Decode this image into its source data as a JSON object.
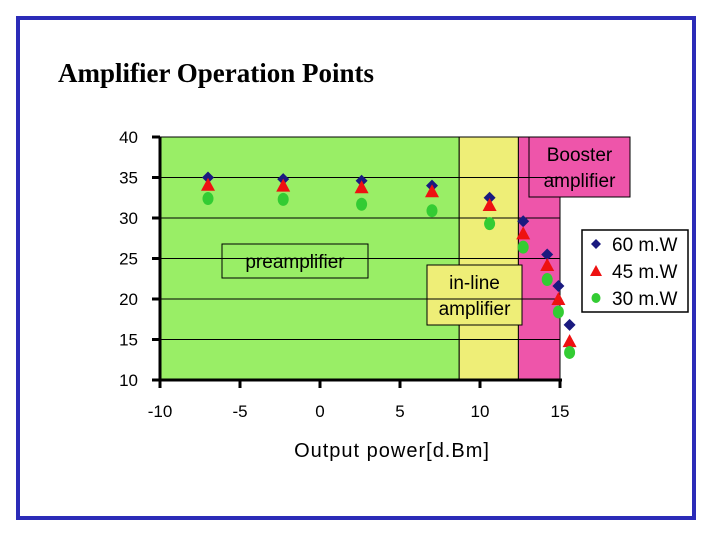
{
  "title": "Amplifier Operation Points",
  "chart_data": {
    "type": "scatter",
    "xlabel": "Output power[d.Bm]",
    "ylabel": "",
    "xlim": [
      -10,
      15
    ],
    "ylim": [
      10,
      40
    ],
    "x_ticks": [
      "-10",
      "-5",
      "0",
      "5",
      "10",
      "15"
    ],
    "y_ticks": [
      "40",
      "35",
      "30",
      "25",
      "20",
      "15",
      "10"
    ],
    "regions": [
      {
        "name": "preamplifier",
        "x_range": [
          -10,
          8.7
        ],
        "color": "#99ee66"
      },
      {
        "name": "in-line amplifier",
        "x_range": [
          8.7,
          12.4
        ],
        "color": "#eeee77"
      },
      {
        "name": "Booster amplifier",
        "x_range": [
          12.4,
          15
        ],
        "color": "#ee55aa"
      }
    ],
    "region_labels": [
      {
        "text": "preamplifier",
        "lines": [
          "preamplifier"
        ]
      },
      {
        "text": "in-line amplifier",
        "lines": [
          "in-line",
          "amplifier"
        ]
      },
      {
        "text": "Booster amplifier",
        "lines": [
          "Booster",
          "amplifier"
        ]
      }
    ],
    "series": [
      {
        "name": "60 m.W",
        "marker": "diamond",
        "color": "#1a1a80",
        "points": [
          [
            -7,
            35
          ],
          [
            -2.3,
            34.8
          ],
          [
            2.6,
            34.6
          ],
          [
            7,
            34
          ],
          [
            10.6,
            32.5
          ],
          [
            12.7,
            29.6
          ],
          [
            14.2,
            25.5
          ],
          [
            14.9,
            21.6
          ],
          [
            15.6,
            16.8
          ]
        ]
      },
      {
        "name": "45 m.W",
        "marker": "triangle",
        "color": "#ee1111",
        "points": [
          [
            -7,
            34.1
          ],
          [
            -2.3,
            34
          ],
          [
            2.6,
            33.8
          ],
          [
            7,
            33.3
          ],
          [
            10.6,
            31.6
          ],
          [
            12.7,
            28.1
          ],
          [
            14.2,
            24.2
          ],
          [
            14.9,
            20
          ],
          [
            15.6,
            14.8
          ]
        ]
      },
      {
        "name": "30 m.W",
        "marker": "circle",
        "color": "#33cc33",
        "points": [
          [
            -7,
            32.4
          ],
          [
            -2.3,
            32.3
          ],
          [
            2.6,
            31.7
          ],
          [
            7,
            30.9
          ],
          [
            10.6,
            29.3
          ],
          [
            12.7,
            26.4
          ],
          [
            14.2,
            22.4
          ],
          [
            14.9,
            18.4
          ],
          [
            15.6,
            13.4
          ]
        ]
      }
    ],
    "legend": {
      "placement": "right",
      "entries": [
        "60 m.W",
        "45 m.W",
        "30 m.W"
      ]
    }
  }
}
